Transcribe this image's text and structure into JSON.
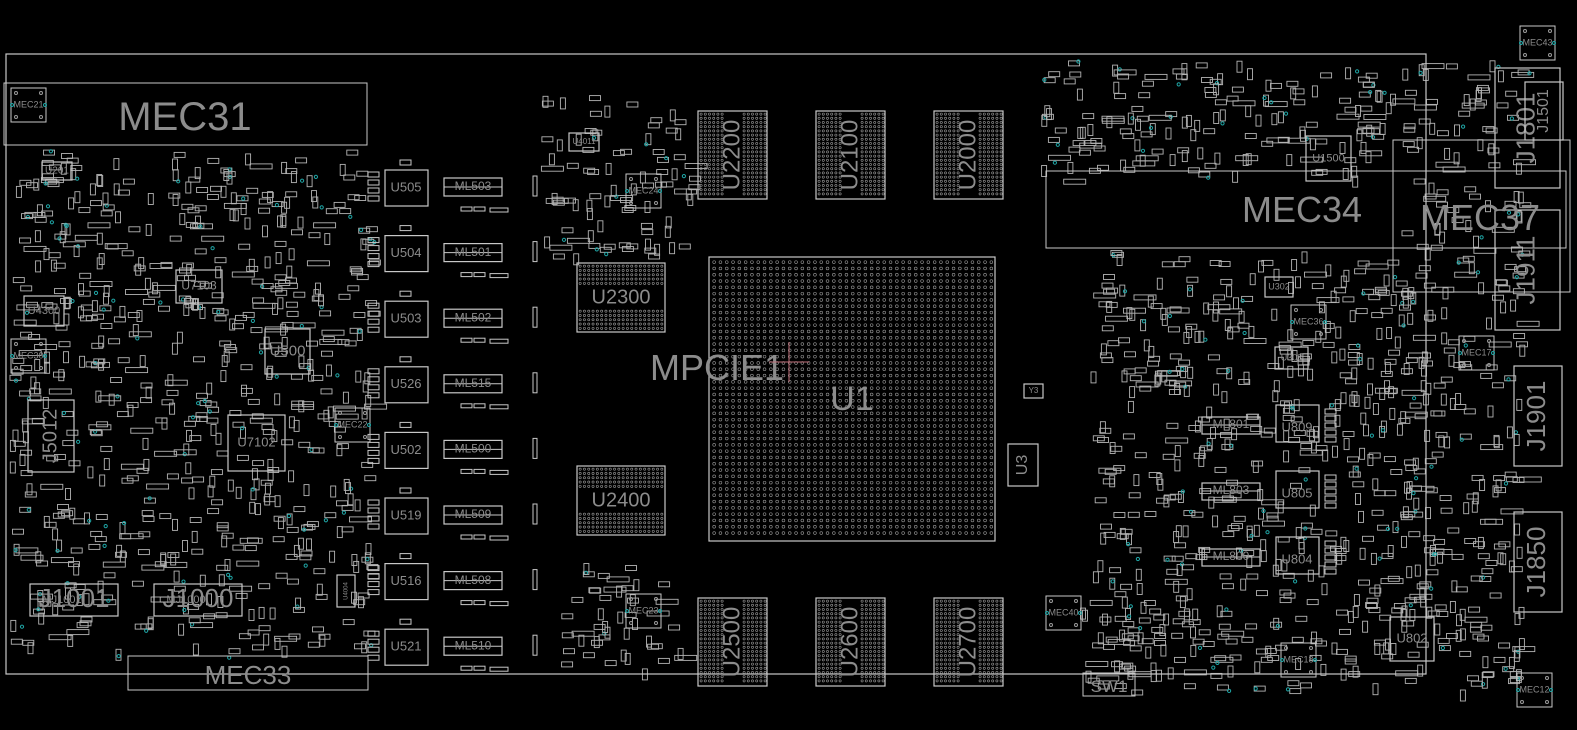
{
  "viewer": {
    "background": "#000000",
    "outline_color": "#c8c8c8",
    "label_color": "#8c8c8c",
    "test_point_color": "#1fa6a6",
    "cursor_color": "#c0707a"
  },
  "mech_labels": [
    "MEC31",
    "MEC33",
    "MEC34",
    "MEC37",
    "MPCIE1"
  ],
  "components": {
    "bga_main": "U1",
    "memory": [
      "U2200",
      "U2100",
      "U2000",
      "U2500",
      "U2600",
      "U2700"
    ],
    "bga_small": [
      "U2300",
      "U2400"
    ],
    "vrm_left": [
      "U505",
      "U504",
      "U503",
      "U526",
      "U502",
      "U519",
      "U516",
      "U521"
    ],
    "inductors_left": [
      "ML503",
      "ML501",
      "ML502",
      "ML515",
      "ML500",
      "ML509",
      "ML508",
      "ML510"
    ],
    "vrm_right": [
      "U809",
      "U805",
      "U804"
    ],
    "inductors_right": [
      "ML801",
      "ML803",
      "ML800"
    ],
    "ics": [
      "U500",
      "U7102",
      "U7103",
      "U4300",
      "U201",
      "U1500",
      "U802",
      "U303",
      "U302",
      "U4011",
      "U3",
      "Y3",
      "U4004"
    ],
    "connectors": [
      "J5012",
      "J1001",
      "J1000",
      "J1901",
      "J1850",
      "J1911",
      "J1801",
      "J1501"
    ],
    "mj_labels": [
      "MJ1001",
      "MJ1000"
    ],
    "mec_pads": [
      "MEC21",
      "MEC30",
      "MEC22",
      "MEC24",
      "MEC23",
      "MEC40",
      "MEC36",
      "MEC17",
      "MEC18",
      "MEC12",
      "MEC43"
    ],
    "switch": "SW1",
    "small_labels": [
      "D211",
      "D203",
      "D202",
      "U202",
      "U507",
      "U600"
    ]
  }
}
